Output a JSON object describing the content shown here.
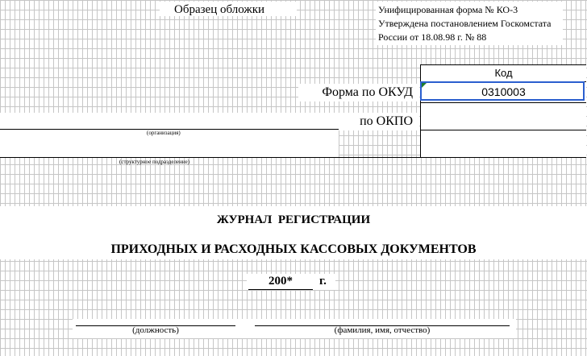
{
  "header": {
    "sample_cover": "Образец обложки",
    "form_lines": [
      "Унифицированная форма № КО-3",
      "Утверждена постановлением Госкомстата",
      "России от 18.08.98 г. № 88"
    ]
  },
  "codes": {
    "code_header": "Код",
    "okud_label": "Форма по ОКУД",
    "okud_value": "0310003",
    "okpo_label": "по ОКПО",
    "okpo_value": ""
  },
  "org": {
    "organization_caption": "(организация)",
    "subdivision_caption": "(структурное подразделение)"
  },
  "title": {
    "line1": "ЖУРНАЛ  РЕГИСТРАЦИИ",
    "line2": "ПРИХОДНЫХ И РАСХОДНЫХ КАССОВЫХ ДОКУМЕНТОВ",
    "year_value": "200*",
    "year_suffix": "г."
  },
  "signature": {
    "position_caption": "(должность)",
    "name_caption": "(фамилия, имя, отчество)"
  },
  "colors": {
    "gridline": "#c6c6c6",
    "selection_border": "#2b5fcf",
    "comment_marker": "#1e7a2e"
  }
}
